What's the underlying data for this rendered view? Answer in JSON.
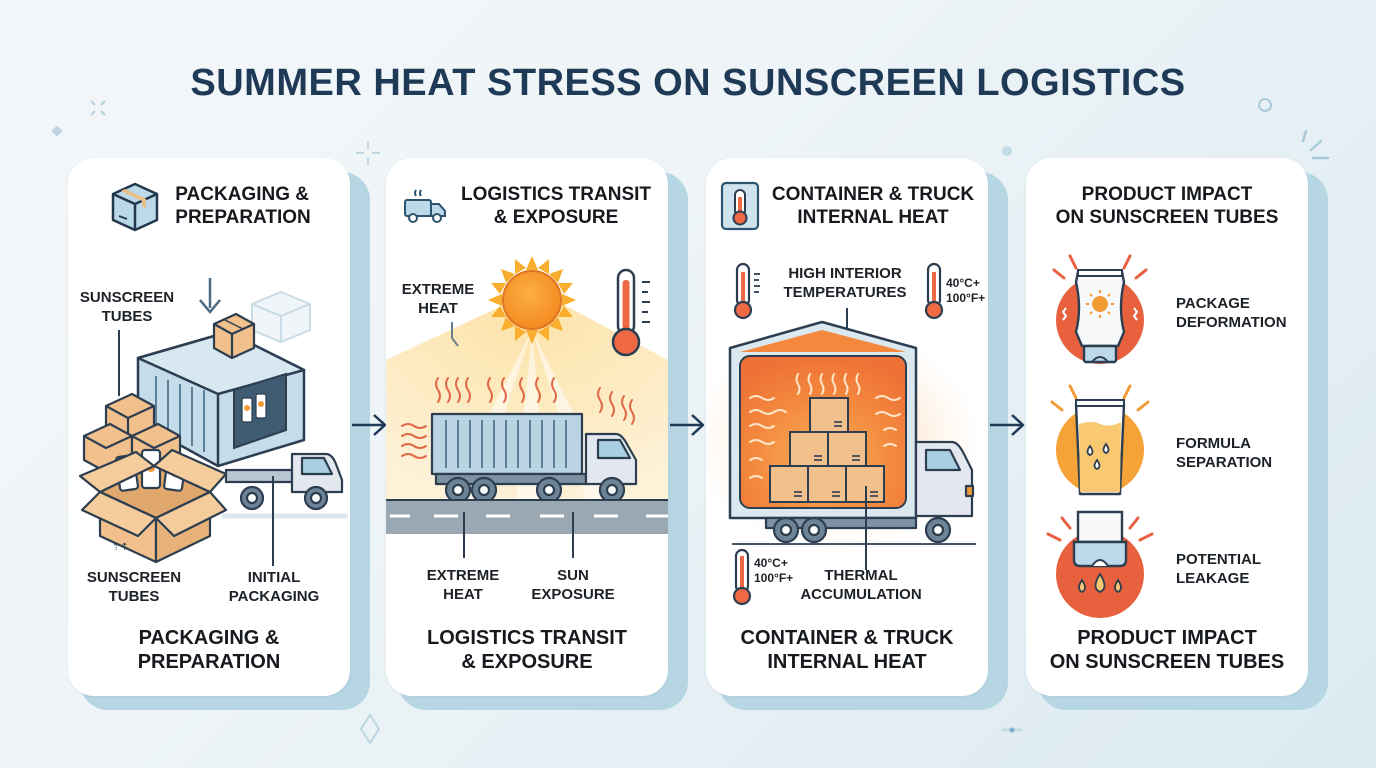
{
  "title": "SUMMER HEAT STRESS ON SUNSCREEN LOGISTICS",
  "colors": {
    "title": "#1f3a56",
    "accent_orange": "#f0823f",
    "accent_red": "#e8613f",
    "heat_yellow": "#f7a833",
    "container_blue": "#b8d3e2",
    "box_tan": "#f2c08c",
    "card_shadow": "#b7d6e3"
  },
  "panels": [
    {
      "id": "packaging",
      "header_icon": "box-icon",
      "header": [
        "PACKAGING &",
        "PREPARATION"
      ],
      "labels": {
        "top_left": [
          "SUNSCREEN",
          "TUBES"
        ],
        "bottom_left": [
          "SUNSCREEN",
          "TUBES"
        ],
        "bottom_right": [
          "INITIAL",
          "PACKAGING"
        ]
      },
      "footer": [
        "PACKAGING &",
        "PREPARATION"
      ]
    },
    {
      "id": "transit",
      "header_icon": "hot-truck-icon",
      "header": [
        "LOGISTICS TRANSIT",
        "& EXPOSURE"
      ],
      "labels": {
        "top_left": [
          "EXTREME",
          "HEAT"
        ],
        "bottom_left": [
          "EXTREME",
          "HEAT"
        ],
        "bottom_right": [
          "SUN",
          "EXPOSURE"
        ]
      },
      "footer": [
        "LOGISTICS TRANSIT",
        "& EXPOSURE"
      ]
    },
    {
      "id": "container",
      "header_icon": "thermometer-icon",
      "header": [
        "CONTAINER & TRUCK",
        "INTERNAL HEAT"
      ],
      "labels": {
        "top_center": [
          "HIGH INTERIOR",
          "TEMPERATURES"
        ],
        "temp_top": [
          "40°C+",
          "100°F+"
        ],
        "temp_bottom": [
          "40°C+",
          "100°F+"
        ],
        "bottom_center": [
          "THERMAL",
          "ACCUMULATION"
        ]
      },
      "footer": [
        "CONTAINER & TRUCK",
        "INTERNAL HEAT"
      ]
    },
    {
      "id": "impact",
      "header": [
        "PRODUCT IMPACT",
        "ON SUNSCREEN TUBES"
      ],
      "impacts": [
        {
          "label": [
            "PACKAGE",
            "DEFORMATION"
          ],
          "icon": "deformed-tube-icon",
          "color": "#e8613f"
        },
        {
          "label": [
            "FORMULA",
            "SEPARATION"
          ],
          "icon": "separated-formula-icon",
          "color": "#f39a35"
        },
        {
          "label": [
            "POTENTIAL",
            "LEAKAGE"
          ],
          "icon": "leaking-tube-icon",
          "color": "#e8613f"
        }
      ],
      "footer": [
        "PRODUCT IMPACT",
        "ON SUNSCREEN TUBES"
      ]
    }
  ],
  "flow_arrows": [
    "arrow-1-to-2",
    "arrow-2-to-3",
    "arrow-3-to-4"
  ]
}
